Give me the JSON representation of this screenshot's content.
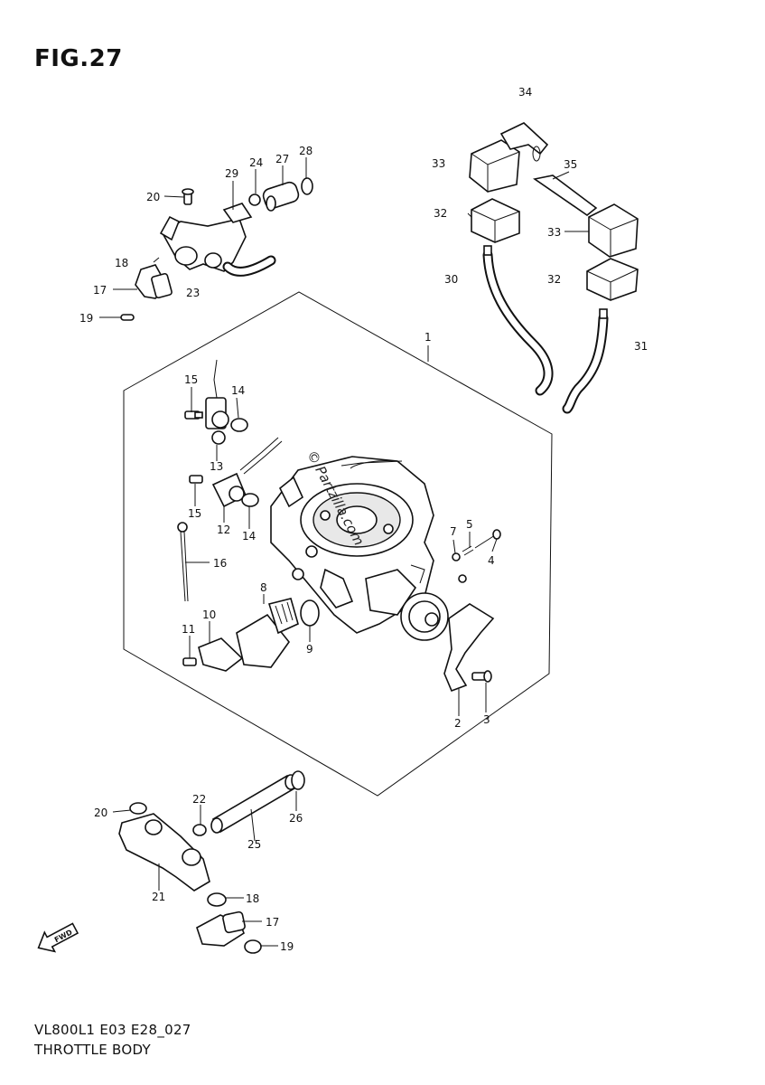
{
  "figure_title": "FIG.27",
  "footer": {
    "code": "VL800L1 E03 E28_027",
    "name": "THROTTLE BODY"
  },
  "watermark": "© Partzilla.com",
  "callouts": {
    "p1": "1",
    "p2": "2",
    "p3": "3",
    "p4": "4",
    "p5": "5",
    "p7": "7",
    "p8": "8",
    "p9": "9",
    "p10": "10",
    "p11": "11",
    "p12": "12",
    "p13": "13",
    "p14a": "14",
    "p14b": "14",
    "p15a": "15",
    "p15b": "15",
    "p16": "16",
    "p17a": "17",
    "p17b": "17",
    "p18a": "18",
    "p18b": "18",
    "p19a": "19",
    "p19b": "19",
    "p20a": "20",
    "p20b": "20",
    "p21": "21",
    "p22": "22",
    "p23": "23",
    "p24": "24",
    "p25": "25",
    "p26": "26",
    "p27": "27",
    "p28": "28",
    "p29": "29",
    "p30": "30",
    "p31": "31",
    "p32a": "32",
    "p32b": "32",
    "p33a": "33",
    "p33b": "33",
    "p34": "34",
    "p35": "35"
  },
  "fwd_arrow_label": "FWD"
}
